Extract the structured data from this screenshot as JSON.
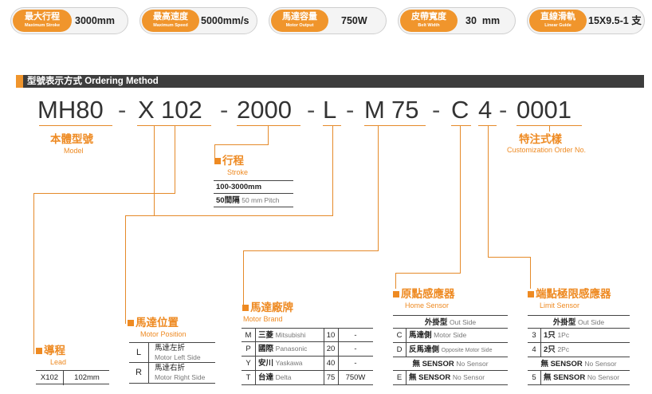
{
  "specs": [
    {
      "zh": "最大行程",
      "en": "Maximum Stroke",
      "value": "3000mm"
    },
    {
      "zh": "最高速度",
      "en": "Maximum Speed",
      "value": "5000mm/s"
    },
    {
      "zh": "馬達容量",
      "en": "Motor Output",
      "value": "750W"
    },
    {
      "zh": "皮帶寬度",
      "en": "Belt Width",
      "value": "30  mm"
    },
    {
      "zh": "直線滑軌",
      "en": "Linear Guide",
      "value": "15X9.5-1 支"
    }
  ],
  "section_title": "型號表示方式 Ordering Method",
  "code": {
    "model": "MH80",
    "position": "X",
    "lead": "102",
    "stroke": "2000",
    "motor_pos": "L",
    "motor_brand": "M",
    "motor_output": "75",
    "home": "C",
    "limit": "4",
    "custom": "0001",
    "dash": "-"
  },
  "model": {
    "zh": "本體型號",
    "en": "Model"
  },
  "custom": {
    "zh": "特注式樣",
    "en": "Customization Order No."
  },
  "stroke": {
    "zh": "行程",
    "en": "Stroke",
    "range": "100-3000mm",
    "pitch_zh": "50間隔",
    "pitch_en": "50 mm Pitch"
  },
  "lead": {
    "zh": "導程",
    "en": "Lead",
    "code": "X102",
    "value": "102mm"
  },
  "motor_position": {
    "zh": "馬達位置",
    "en": "Motor Position",
    "rows": [
      {
        "code": "L",
        "zh": "馬達左折",
        "en": "Motor Left Side"
      },
      {
        "code": "R",
        "zh": "馬達右折",
        "en": "Motor Right Side"
      }
    ]
  },
  "motor_brand": {
    "zh": "馬達廠牌",
    "en": "Motor Brand",
    "rows": [
      {
        "code": "M",
        "zh": "三菱",
        "en": "Mitsubishi",
        "n": "10",
        "w": "-"
      },
      {
        "code": "P",
        "zh": "國際",
        "en": "Panasonic",
        "n": "20",
        "w": "-"
      },
      {
        "code": "Y",
        "zh": "安川",
        "en": "Yaskawa",
        "n": "40",
        "w": "-"
      },
      {
        "code": "T",
        "zh": "台達",
        "en": "Delta",
        "n": "75",
        "w": "750W"
      }
    ]
  },
  "home_sensor": {
    "zh": "原點感應器",
    "en": "Home Sensor",
    "header_zh": "外掛型",
    "header_en": "Out Side",
    "rows": [
      {
        "code": "C",
        "zh": "馬達側",
        "en": "Motor Side"
      },
      {
        "code": "D",
        "zh": "反馬達側",
        "en": "Opposite Motor Side"
      },
      {
        "code": "",
        "zh": "無 SENSOR",
        "en": "No Sensor"
      },
      {
        "code": "E",
        "zh": "無 SENSOR",
        "en": "No Sensor"
      }
    ]
  },
  "limit_sensor": {
    "zh": "端點極限感應器",
    "en": "Limit Sensor",
    "header_zh": "外掛型",
    "header_en": "Out Side",
    "rows": [
      {
        "code": "3",
        "zh": "1只",
        "en": "1Pc"
      },
      {
        "code": "4",
        "zh": "2只",
        "en": "2Pc"
      },
      {
        "code": "",
        "zh": "無 SENSOR",
        "en": "No Sensor"
      },
      {
        "code": "5",
        "zh": "無 SENSOR",
        "en": "No Sensor"
      }
    ]
  }
}
